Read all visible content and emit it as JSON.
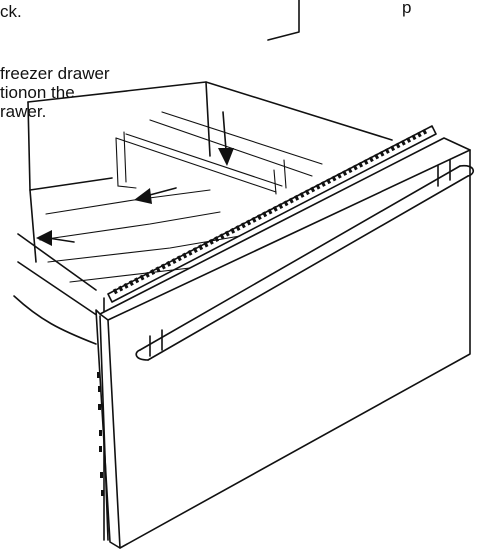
{
  "instructions": {
    "fragment_top": [
      "p",
      "ck."
    ],
    "fragment_middle": [
      "freezer drawer",
      "tionon the",
      "rawer."
    ]
  },
  "illustration": {
    "subject": "freezer drawer with wire basket and handle",
    "arrow_count": 3,
    "stroke_color": "#111111",
    "background_color": "#ffffff"
  }
}
